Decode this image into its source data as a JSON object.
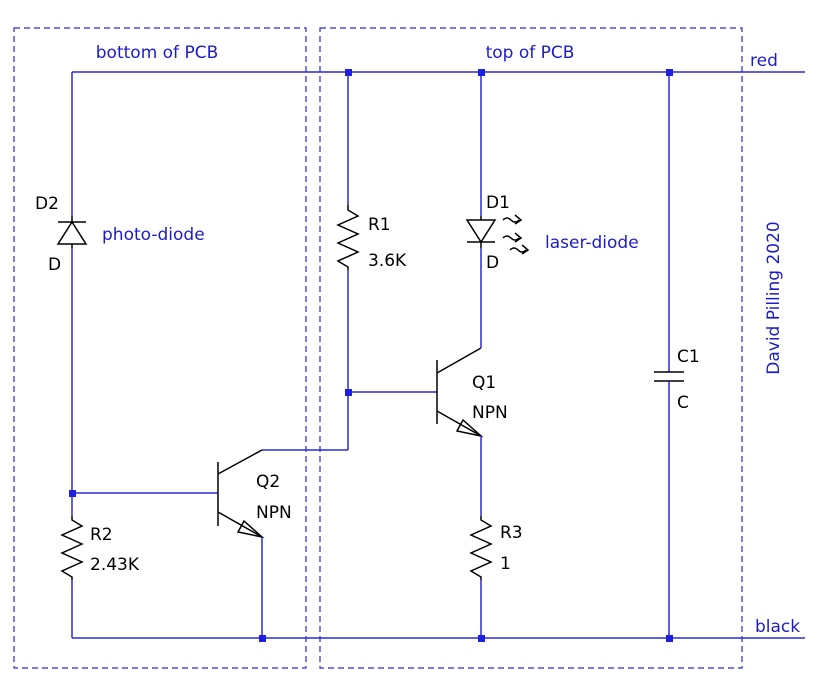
{
  "regions": {
    "bottom_label": "bottom of PCB",
    "top_label": "top of PCB"
  },
  "wires": {
    "supply_label": "red",
    "ground_label": "black"
  },
  "credit": "David Pilling 2020",
  "components": {
    "d2": {
      "ref": "D2",
      "value": "D",
      "note": "photo-diode"
    },
    "d1": {
      "ref": "D1",
      "value": "D",
      "note": "laser-diode"
    },
    "r1": {
      "ref": "R1",
      "value": "3.6K"
    },
    "r2": {
      "ref": "R2",
      "value": "2.43K"
    },
    "r3": {
      "ref": "R3",
      "value": "1"
    },
    "q1": {
      "ref": "Q1",
      "value": "NPN"
    },
    "q2": {
      "ref": "Q2",
      "value": "NPN"
    },
    "c1": {
      "ref": "C1",
      "value": "C"
    }
  },
  "colors": {
    "wire": "#2a2ad6",
    "component": "#000000",
    "label": "#1c1cc8"
  }
}
